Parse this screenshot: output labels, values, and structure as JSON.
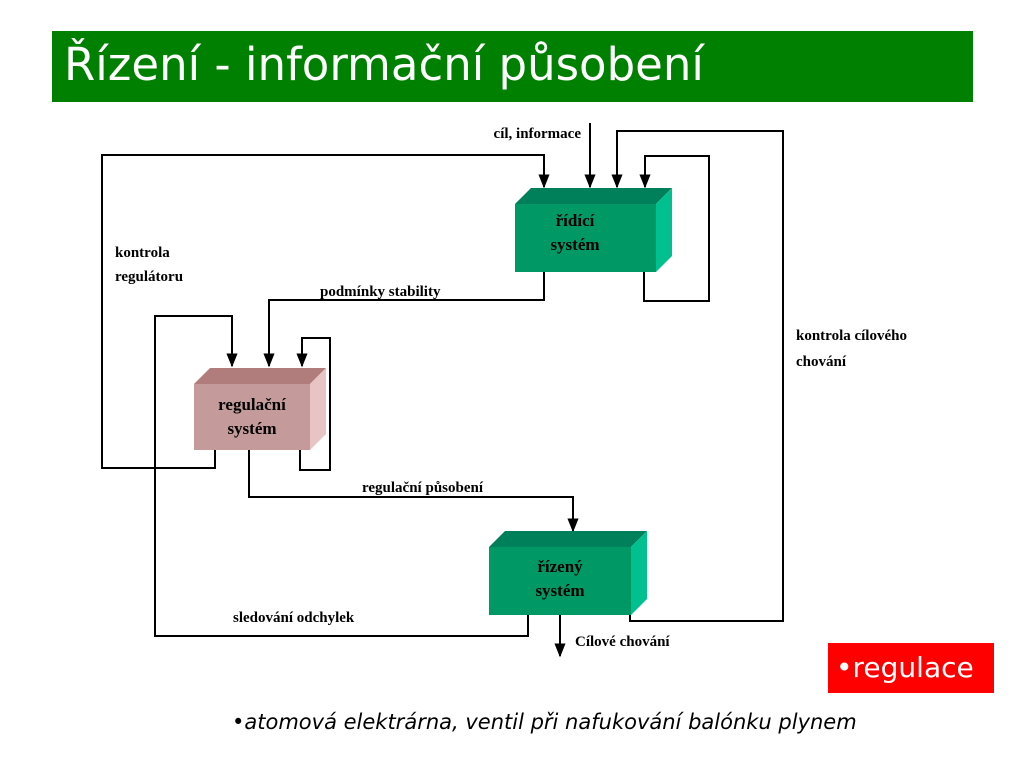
{
  "title": "Řízení - informační působení",
  "diagram": {
    "boxes": {
      "ridici": {
        "line1": "řídící",
        "line2": "systém"
      },
      "regulacni": {
        "line1": "regulační",
        "line2": "systém"
      },
      "rizeny": {
        "line1": "řízený",
        "line2": "systém"
      }
    },
    "labels": {
      "cil_informace": "cíl, informace",
      "kontrola_regulatoru_1": "kontrola",
      "kontrola_regulatoru_2": "regulátoru",
      "podminky_stability": "podmínky stability",
      "kontrola_ciloveho_1": "kontrola cílového",
      "kontrola_ciloveho_2": "chování",
      "regulacni_pusobeni": "regulační působení",
      "sledovani_odchylek": "sledování odchylek",
      "cilove_chovani": "Cílové chování"
    },
    "colors": {
      "green_box": "#009966",
      "green_box_top": "#00805a",
      "green_box_side": "#00c090",
      "pink_box": "#c49a9a",
      "pink_box_top": "#b07c7c",
      "pink_box_side": "#e8c4c4"
    }
  },
  "badge": {
    "bullet": "•",
    "text": "regulace",
    "color": "#ff0000"
  },
  "example": {
    "bullet": "•",
    "text": "atomová elektrárna, ventil při nafukování balónku plynem"
  }
}
